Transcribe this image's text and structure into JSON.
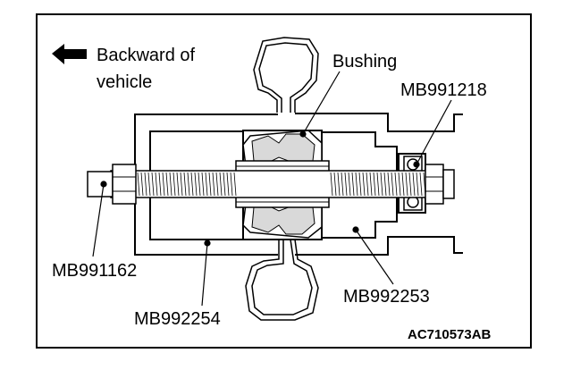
{
  "direction": {
    "line1": "Backward of",
    "line2": "vehicle",
    "arrow_icon": "arrow-left-icon"
  },
  "labels": {
    "bushing": "Bushing",
    "mb991218": "MB991218",
    "mb991162": "MB991162",
    "mb992254": "MB992254",
    "mb992253": "MB992253"
  },
  "figure_code": "AC710573AB",
  "colors": {
    "ink": "#000000",
    "background": "#ffffff"
  }
}
